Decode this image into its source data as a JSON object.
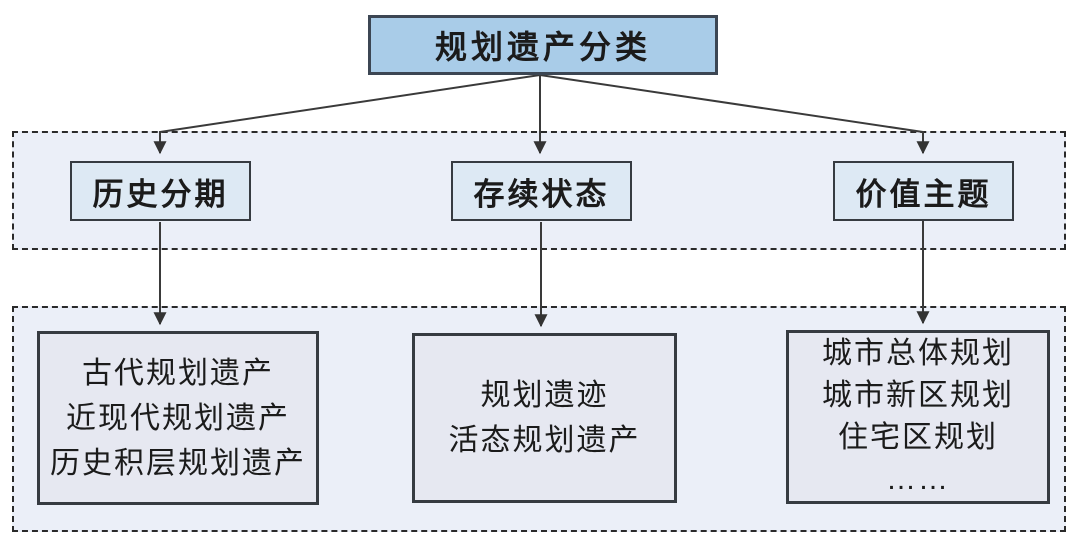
{
  "diagram": {
    "title": "规划遗产分类",
    "root": {
      "label": "规划遗产分类"
    },
    "categories": [
      {
        "label": "历史分期",
        "items": [
          "古代规划遗产",
          "近现代规划遗产",
          "历史积层规划遗产"
        ]
      },
      {
        "label": "存续状态",
        "items": [
          "规划遗迹",
          "活态规划遗产"
        ]
      },
      {
        "label": "价值主题",
        "items": [
          "城市总体规划",
          "城市新区规划",
          "住宅区规划",
          "……"
        ]
      }
    ],
    "colors": {
      "root_fill": "#a9cce8",
      "root_border": "#3c4653",
      "category_fill": "#dde9f4",
      "leaf_fill": "#e6e8f1",
      "band_fill": "#ebeff8",
      "box_border": "#363b41",
      "dash_border": "#2a2a2a",
      "line": "#3a3a3a",
      "text": "#1b1b1b"
    }
  }
}
